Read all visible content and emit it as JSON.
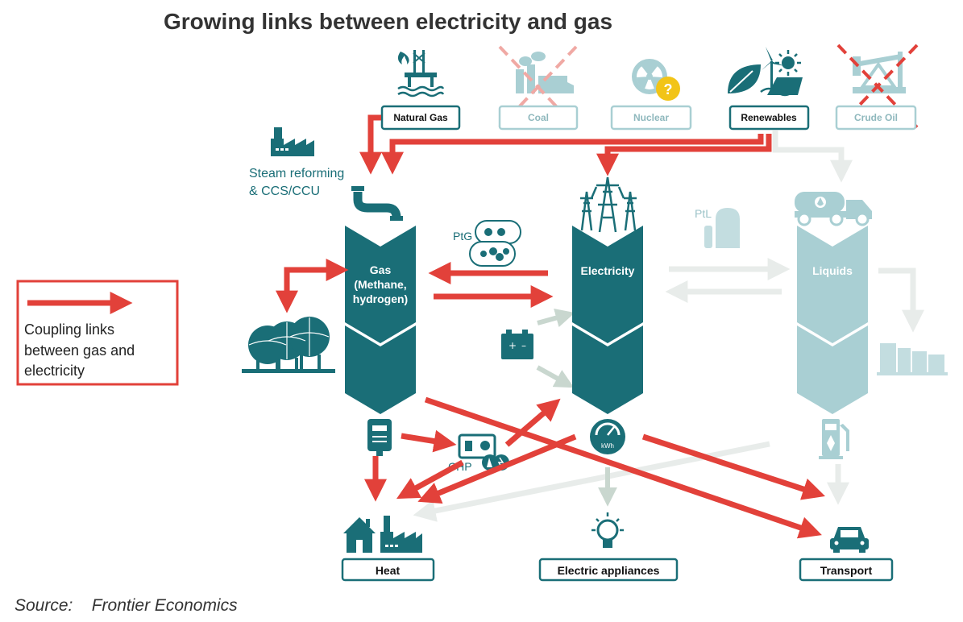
{
  "title": "Growing links between electricity and gas",
  "sources": {
    "natural_gas": "Natural Gas",
    "coal": "Coal",
    "nuclear": "Nuclear",
    "renewables": "Renewables",
    "crude_oil": "Crude Oil",
    "nuclear_badge": "?"
  },
  "processes": {
    "steam_reforming_line1": "Steam reforming",
    "steam_reforming_line2": "& CCS/CCU",
    "ptg": "PtG",
    "ptl": "PtL",
    "chp": "CHP",
    "meter_unit": "kWh"
  },
  "pillars": {
    "gas_line1": "Gas",
    "gas_line2": "(Methane,",
    "gas_line3": "hydrogen)",
    "electricity": "Electricity",
    "liquids": "Liquids"
  },
  "outputs": {
    "heat": "Heat",
    "appliances": "Electric appliances",
    "transport": "Transport"
  },
  "legend": {
    "line1": "Coupling links",
    "line2": "between gas and",
    "line3": "electricity"
  },
  "source_note": "Source:    Frontier Economics",
  "colors": {
    "teal": "#1a6e77",
    "light_teal": "#a9cfd3",
    "red_arrow": "#e2413a",
    "grey_arrow": "#e8ecea",
    "badge_yellow": "#f2c417"
  },
  "icons": [
    "gas-rig-icon",
    "coal-plant-icon",
    "nuclear-icon",
    "leaf-icon",
    "wind-turbine-icon",
    "solar-icon",
    "oil-pump-icon",
    "factory-icon",
    "pipe-icon",
    "pylon-icon",
    "gas-tank-icon",
    "battery-icon",
    "gas-meter-icon",
    "chp-unit-icon",
    "electric-meter-icon",
    "tanker-truck-icon",
    "ptl-tank-icon",
    "oil-storage-icon",
    "fuel-pump-icon",
    "house-icon",
    "light-bulb-icon",
    "car-icon"
  ]
}
